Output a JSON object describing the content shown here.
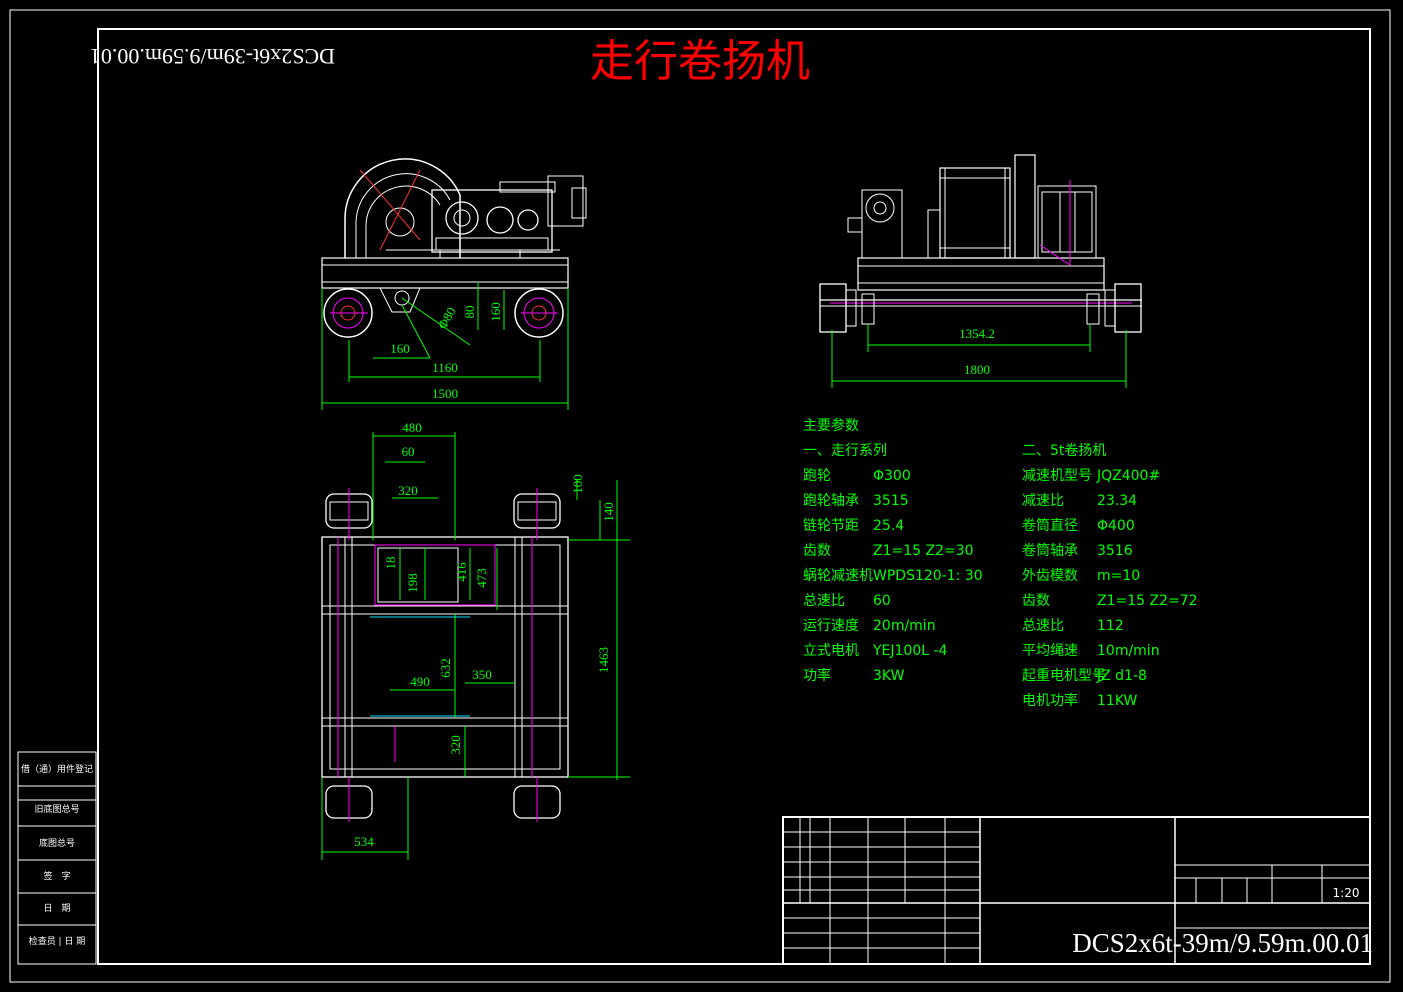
{
  "drawing": {
    "title": "走行卷扬机",
    "drawing_number": "DCS2x6t-39m/9.59m.00.01",
    "drawing_number_mirrored": "DCS2x6t-39m/9.59m.00.01",
    "scale": "1:20"
  },
  "side_panel": {
    "labels": [
      "借（通）用件登记",
      "旧底图总号",
      "底图总号",
      "签　字",
      "日　期",
      "检查员 | 日 期"
    ]
  },
  "dimensions": {
    "front_view": [
      "1500",
      "1160",
      "160",
      "Φ80",
      "160",
      "80"
    ],
    "side_view": [
      "1354.2",
      "1800"
    ],
    "plan_view": [
      "480",
      "60",
      "320",
      "100",
      "140",
      "18",
      "198",
      "416",
      "473",
      "1463",
      "632",
      "490",
      "350",
      "320",
      "534"
    ]
  },
  "parameters": {
    "heading": "主要参数",
    "section1": {
      "title": "一、走行系列",
      "rows": [
        {
          "label": "跑轮",
          "value": "Φ300"
        },
        {
          "label": "跑轮轴承",
          "value": "3515"
        },
        {
          "label": "链轮节距",
          "value": "25.4"
        },
        {
          "label": "齿数",
          "value": "Z1=15   Z2=30"
        },
        {
          "label": "蜗轮减速机",
          "value": "WPDS120-1: 30"
        },
        {
          "label": "总速比",
          "value": "60"
        },
        {
          "label": "运行速度",
          "value": "20m/min"
        },
        {
          "label": "立式电机",
          "value": "YEJ100L -4"
        },
        {
          "label": "功率",
          "value": "3KW"
        }
      ]
    },
    "section2": {
      "title": "二、5t卷扬机",
      "rows": [
        {
          "label": "减速机型号",
          "value": "JQZ400#"
        },
        {
          "label": "减速比",
          "value": "23.34"
        },
        {
          "label": "卷筒直径",
          "value": "Φ400"
        },
        {
          "label": "卷筒轴承",
          "value": "3516"
        },
        {
          "label": "外齿模数",
          "value": "m=10"
        },
        {
          "label": "齿数",
          "value": "Z1=15   Z2=72"
        },
        {
          "label": "总速比",
          "value": "112"
        },
        {
          "label": "平均绳速",
          "value": "10m/min"
        },
        {
          "label": "起重电机型号",
          "value": "JZ d1-8"
        },
        {
          "label": "电机功率",
          "value": "11KW"
        }
      ]
    }
  },
  "colors": {
    "background": "#000000",
    "lines": "#ffffff",
    "dimensions": "#00ff00",
    "title": "#ff0000",
    "centerlines": "#ff00ff"
  }
}
